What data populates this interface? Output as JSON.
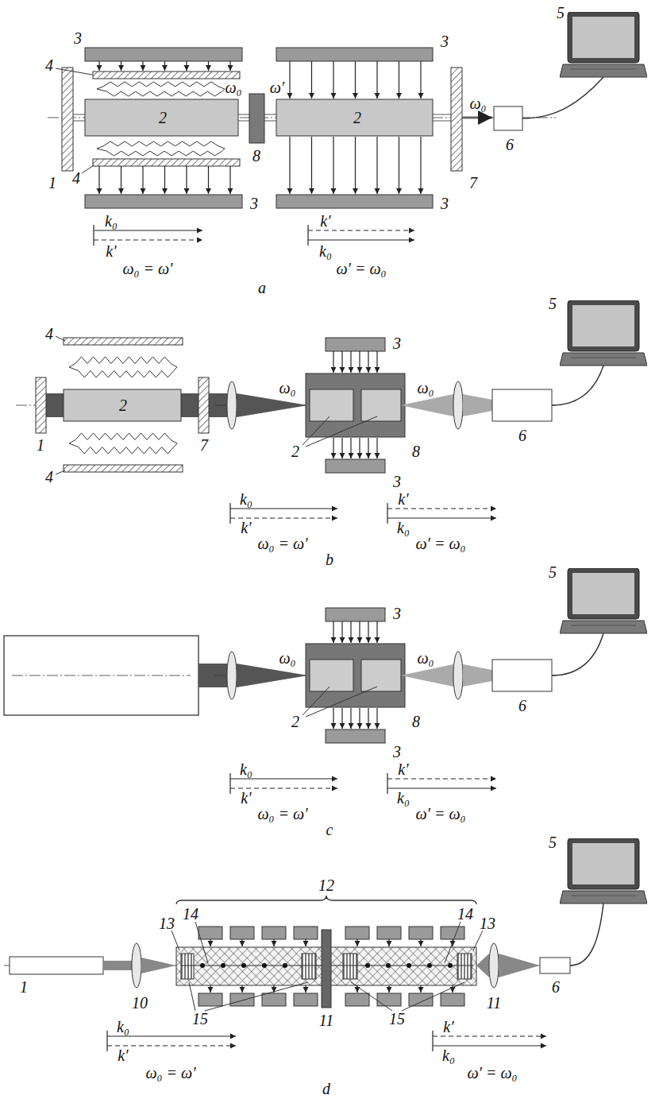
{
  "diagram": {
    "labels": [
      "5",
      "3",
      "3",
      "4",
      "2",
      "ω₀",
      "ω′",
      "2",
      "ω₀",
      "1",
      "4",
      "8",
      "3",
      "3",
      "7",
      "6",
      "k₀",
      "k′",
      "ω₀ = ω′",
      "k′",
      "k₀",
      "ω′ = ω₀",
      "a",
      "5",
      "4",
      "3",
      "ω₀",
      "ω₀",
      "1",
      "2",
      "7",
      "2",
      "8",
      "6",
      "4",
      "3",
      "k₀",
      "k′",
      "ω₀ = ω′",
      "k′",
      "k₀",
      "ω′ = ω₀",
      "b",
      "5",
      "3",
      "ω₀",
      "ω₀",
      "2",
      "8",
      "6",
      "3",
      "k₀",
      "k′",
      "ω₀ = ω′",
      "k′",
      "k₀",
      "ω′ = ω₀",
      "c",
      "5",
      "13",
      "14",
      "12",
      "14",
      "13",
      "1",
      "10",
      "11",
      "6",
      "15",
      "11",
      "15",
      "k₀",
      "k′",
      "ω₀ = ω′",
      "k′",
      "k₀",
      "ω′ = ω₀",
      "d"
    ]
  }
}
